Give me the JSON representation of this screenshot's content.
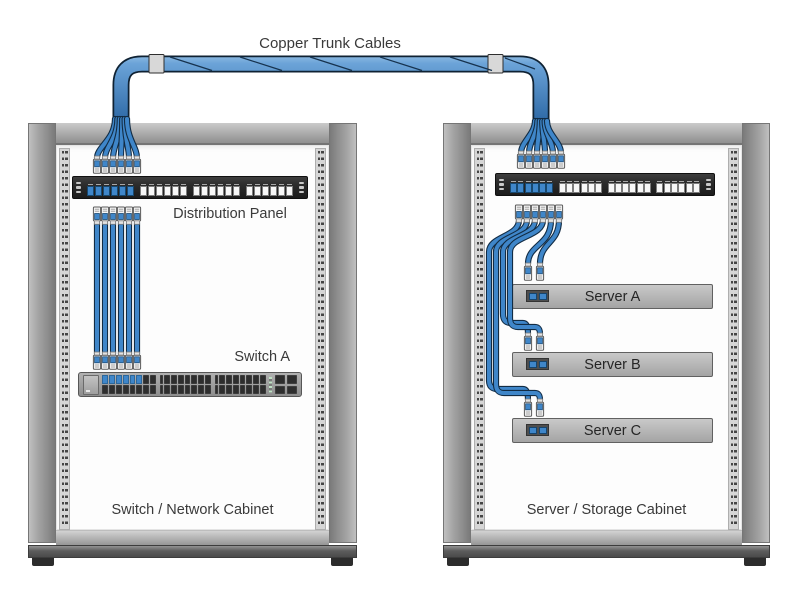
{
  "trunk": {
    "label": "Copper Trunk Cables",
    "cable_count": 6
  },
  "left_cabinet": {
    "label": "Switch / Network Cabinet",
    "distribution_panel": {
      "label": "Distribution Panel",
      "port_count": 24,
      "active_ports": 6
    },
    "switch": {
      "label": "Switch A",
      "port_count": 48,
      "active_ports": 6,
      "uplink_port_count": 4
    },
    "patch_cable_count": 6
  },
  "right_cabinet": {
    "label": "Server / Storage Cabinet",
    "patch_panel": {
      "port_count": 24,
      "active_ports": 6
    },
    "servers": [
      {
        "label": "Server A",
        "port_count": 2
      },
      {
        "label": "Server B",
        "port_count": 2
      },
      {
        "label": "Server C",
        "port_count": 2
      }
    ]
  },
  "colors": {
    "cable_blue": "#3f86c9",
    "cable_outline": "#122c44",
    "panel_dark": "#2b2b2b",
    "text": "#3a3a3a"
  }
}
